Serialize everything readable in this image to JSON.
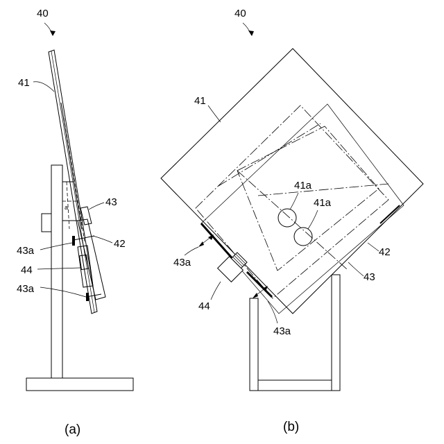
{
  "figure_a": {
    "caption": "(a)",
    "ref_assembly": "40",
    "ref_panel": "41",
    "ref_bracket": "43",
    "ref_mount": "42",
    "ref_pad_top": "43a",
    "ref_unit": "44",
    "ref_pad_bottom": "43a"
  },
  "figure_b": {
    "caption": "(b)",
    "ref_assembly": "40",
    "ref_panel": "41",
    "ref_hole_1": "41a",
    "ref_hole_2": "41a",
    "ref_mount": "42",
    "ref_bracket": "43",
    "ref_pad_left": "43a",
    "ref_pad_bottom": "43a",
    "ref_unit": "44"
  }
}
